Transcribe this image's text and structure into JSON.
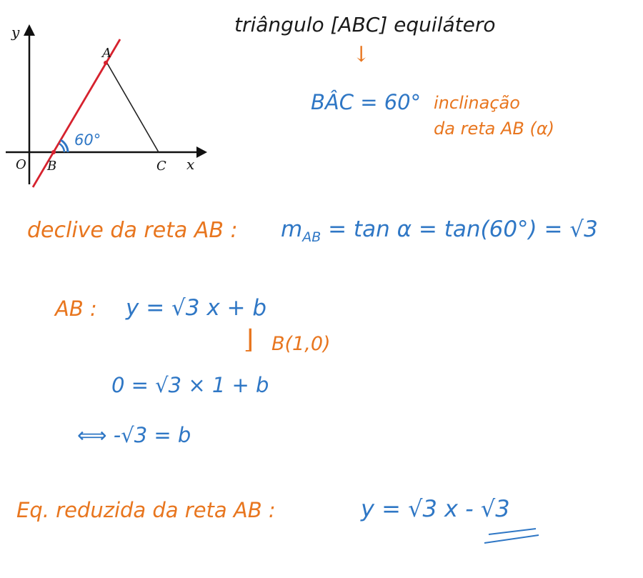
{
  "diagram": {
    "axis_y_label": "y",
    "axis_x_label": "x",
    "origin_label": "O",
    "point_a_label": "A",
    "point_b_label": "B",
    "point_c_label": "C",
    "angle_label": "60°",
    "colors": {
      "line_ab": "#d6222e",
      "triangle": "#222222",
      "angle_mark": "#2f77c5"
    }
  },
  "header": {
    "title": "triângulo [ABC] equilátero",
    "arrow": "↓",
    "angle_equation": "BÂC = 60°",
    "inclination_line1": "inclinação",
    "inclination_line2": "da reta AB (α)"
  },
  "slope": {
    "label": "declive da reta AB :",
    "m": "m",
    "m_sub": "AB",
    "rest": " = tan α  =  tan(60°) = √3"
  },
  "line_eq": {
    "label": "AB :",
    "equation": "y = √3 x + b",
    "brace": "⌋",
    "point": "B(1,0)",
    "substitution": "0 = √3 × 1 + b",
    "result": "⟺  -√3  =  b"
  },
  "final": {
    "label": "Eq. reduzida da reta AB :",
    "equation": "y = √3 x - √3"
  },
  "colors": {
    "orange": "#e8761f",
    "blue": "#2f77c5",
    "black": "#1a1a1a"
  }
}
